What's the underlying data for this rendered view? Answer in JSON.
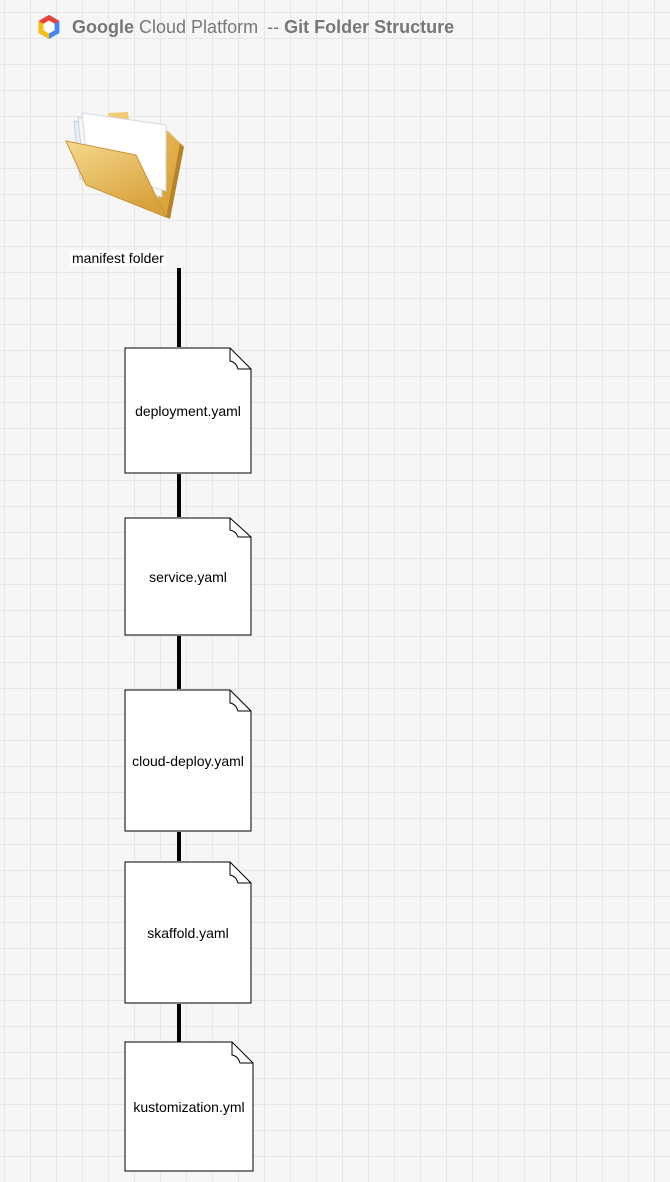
{
  "header": {
    "brand": "Google",
    "product": "Cloud Platform",
    "separator": "--",
    "title": "Git Folder Structure"
  },
  "logo_icon": "google-cloud-hexagon-icon",
  "folder": {
    "icon": "open-folder-icon",
    "label": "manifest folder"
  },
  "files": [
    {
      "label": "deployment.yaml"
    },
    {
      "label": "service.yaml"
    },
    {
      "label": "cloud-deploy.yaml"
    },
    {
      "label": "skaffold.yaml"
    },
    {
      "label": "kustomization.yml"
    }
  ],
  "colors": {
    "title_text": "#777777",
    "connector": "#000000",
    "logo_blue": "#4285F4",
    "logo_red": "#EA4335",
    "logo_yellow": "#FBBC05",
    "folder": "#E8B64D"
  }
}
